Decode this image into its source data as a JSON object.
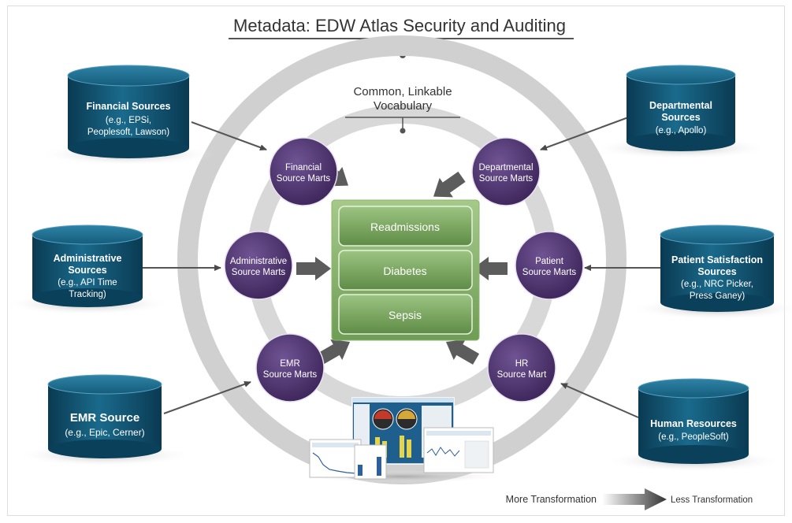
{
  "title": "Metadata: EDW Atlas Security and Auditing",
  "vocabulary": [
    "Common, Linkable",
    "Vocabulary"
  ],
  "marts": {
    "financial": [
      "Financial",
      "Source Marts"
    ],
    "departmental": [
      "Departmental",
      "Source Marts"
    ],
    "administrative": [
      "Administrative",
      "Source Marts"
    ],
    "patient": [
      "Patient",
      "Source Marts"
    ],
    "emr": [
      "EMR",
      "Source Marts"
    ],
    "hr": [
      "HR",
      "Source Mart"
    ]
  },
  "sources": {
    "financial": {
      "title": [
        "Financial Sources"
      ],
      "detail": [
        "(e.g., EPSi,",
        "Peoplesoft, Lawson)"
      ]
    },
    "departmental": {
      "title": [
        "Departmental",
        "Sources"
      ],
      "detail": [
        "(e.g., Apollo)"
      ]
    },
    "administrative": {
      "title": [
        "Administrative",
        "Sources"
      ],
      "detail": [
        "(e.g., API Time",
        "Tracking)"
      ]
    },
    "patient_satisfaction": {
      "title": [
        "Patient Satisfaction",
        "Sources"
      ],
      "detail": [
        "(e.g., NRC Picker,",
        "Press Ganey)"
      ]
    },
    "emr": {
      "title": [
        "EMR Source"
      ],
      "detail": [
        "(e.g., Epic, Cerner)"
      ]
    },
    "human_resources": {
      "title": [
        "Human Resources"
      ],
      "detail": [
        "(e.g., PeopleSoft)"
      ]
    }
  },
  "subject_areas": [
    "Readmissions",
    "Diabetes",
    "Sepsis"
  ],
  "legend": {
    "more": "More Transformation",
    "less": "Less Transformation"
  },
  "colors": {
    "cylinder": "#0f4d6b",
    "mart": "#4a2f6a",
    "subject": "#7aa862",
    "ring": "#d0d0d0"
  }
}
